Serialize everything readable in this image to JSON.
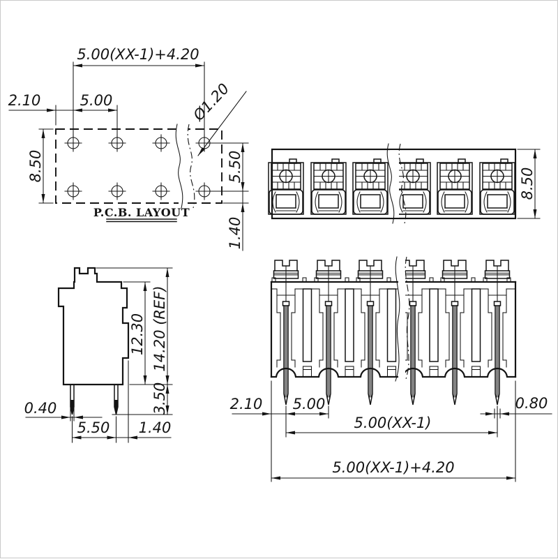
{
  "colors": {
    "background": "#ffffff",
    "line": "#141414"
  },
  "views": {
    "pcb_layout": {
      "label": "P.C.B. LAYOUT",
      "dims": {
        "overall_width": "5.00(XX-1)+4.20",
        "edge_offset": "2.10",
        "pin_pitch": "5.00",
        "hole_diameter": "Ø1.20",
        "overall_depth": "8.50",
        "row_spacing": "5.50",
        "row_edge_offset": "1.40"
      }
    },
    "top_view": {
      "dims": {
        "depth": "8.50"
      }
    },
    "side_view": {
      "dims": {
        "body_height": "12.30",
        "overall_height": "14.20 (REF)",
        "pin_length": "3.50",
        "pin_thickness": "0.40",
        "pin_spacing": "5.50",
        "pin_edge_offset": "1.40"
      }
    },
    "front_view": {
      "dims": {
        "edge_offset": "2.10",
        "pin_pitch": "5.00",
        "pin_width": "0.80",
        "pin_span": "5.00(XX-1)",
        "overall_width": "5.00(XX-1)+4.20"
      }
    }
  }
}
